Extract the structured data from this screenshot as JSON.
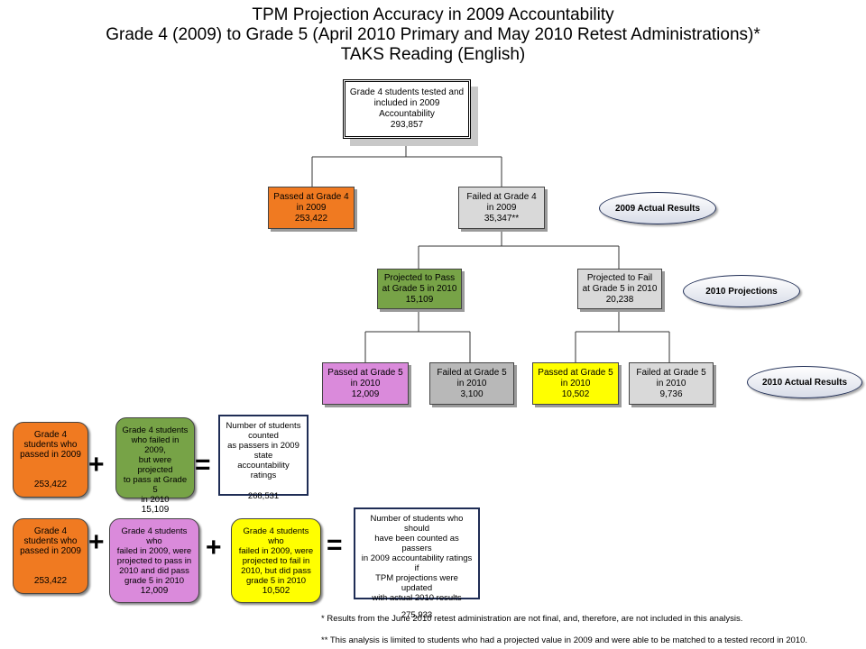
{
  "title": {
    "line1": "TPM Projection Accuracy in 2009 Accountability",
    "line2": "Grade 4 (2009) to Grade 5 (April 2010 Primary and May 2010 Retest Administrations)*",
    "line3": "TAKS Reading (English)"
  },
  "tree": {
    "root": {
      "lines": [
        "Grade 4 students tested and",
        "included in 2009",
        "Accountability"
      ],
      "value": "293,857"
    },
    "passed_g4": {
      "lines": [
        "Passed at Grade 4",
        "in 2009"
      ],
      "value": "253,422",
      "color": "#f07a21"
    },
    "failed_g4": {
      "lines": [
        "Failed at Grade 4",
        "in 2009"
      ],
      "value": "35,347**",
      "color": "#d9d9d9"
    },
    "proj_pass": {
      "lines": [
        "Projected to Pass",
        "at Grade 5 in 2010"
      ],
      "value": "15,109",
      "color": "#77a347"
    },
    "proj_fail": {
      "lines": [
        "Projected to Fail",
        "at Grade 5 in 2010"
      ],
      "value": "20,238",
      "color": "#d9d9d9"
    },
    "pp_passed": {
      "lines": [
        "Passed at Grade 5",
        "in 2010"
      ],
      "value": "12,009",
      "color": "#da8adb"
    },
    "pp_failed": {
      "lines": [
        "Failed at Grade 5",
        "in 2010"
      ],
      "value": "3,100",
      "color": "#b8b8b8"
    },
    "pf_passed": {
      "lines": [
        "Passed at Grade 5",
        "in 2010"
      ],
      "value": "10,502",
      "color": "#ffff00"
    },
    "pf_failed": {
      "lines": [
        "Failed at Grade 5",
        "in 2010"
      ],
      "value": "9,736",
      "color": "#d9d9d9"
    }
  },
  "labels": {
    "actual_2009": "2009 Actual Results",
    "projections_2010": "2010 Projections",
    "actual_2010": "2010 Actual Results"
  },
  "equation1": {
    "box1": {
      "lines": [
        "Grade 4",
        "students who",
        "passed in 2009"
      ],
      "value": "253,422"
    },
    "box2": {
      "lines": [
        "Grade 4 students",
        "who failed in 2009,",
        "but were projected",
        "to pass at Grade 5",
        "in 2010"
      ],
      "value": "15,109"
    },
    "result": {
      "lines": [
        "Number of students counted",
        "as passers in 2009 state",
        "accountability ratings"
      ],
      "value": "268,531"
    }
  },
  "equation2": {
    "box1": {
      "lines": [
        "Grade 4",
        "students who",
        "passed in 2009"
      ],
      "value": "253,422"
    },
    "box2": {
      "lines": [
        "Grade 4 students who",
        "failed in 2009, were",
        "projected to pass in",
        "2010 and did pass",
        "grade 5 in 2010"
      ],
      "value": "12,009"
    },
    "box3": {
      "lines": [
        "Grade 4 students who",
        "failed in 2009, were",
        "projected to fail in",
        "2010, but did pass",
        "grade 5 in 2010"
      ],
      "value": "10,502"
    },
    "result": {
      "lines": [
        "Number of students who should",
        "have been counted as passers",
        "in 2009 accountability ratings if",
        "TPM projections were updated",
        "with actual 2010 results"
      ],
      "value": "275,933"
    }
  },
  "operators": {
    "plus": "+",
    "equals": "="
  },
  "footnotes": {
    "note1": "* Results from the June 2010 retest administration are not final, and, therefore, are not included in this analysis.",
    "note2": "** This analysis is limited to students who had a projected value in 2009 and were able to be matched to a tested record in 2010."
  }
}
